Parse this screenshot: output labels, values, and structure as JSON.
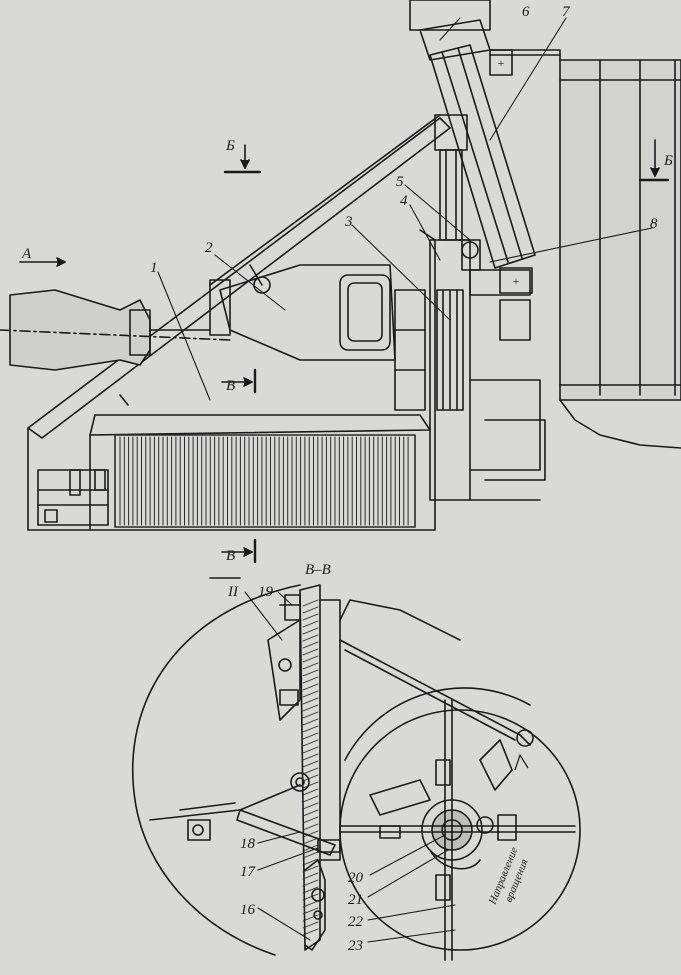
{
  "labels": {
    "n1": "1",
    "n2": "2",
    "n3": "3",
    "n4": "4",
    "n5": "5",
    "n6": "6",
    "n7": "7",
    "n8": "8",
    "n16": "16",
    "n17": "17",
    "n18": "18",
    "n19": "19",
    "n20": "20",
    "n21": "21",
    "n22": "22",
    "n23": "23",
    "roman2": "II"
  },
  "sections": {
    "a": "А",
    "b_left": "Б",
    "b_right": "Б",
    "v_top": "В",
    "v_bottom": "В",
    "vv": "В–В"
  },
  "rotation": {
    "line1": "Направление",
    "line2": "вращения"
  },
  "colors": {
    "ink": "#1a1a1a",
    "paper": "#d9d9d6",
    "hatch": "#2a2a2a"
  }
}
